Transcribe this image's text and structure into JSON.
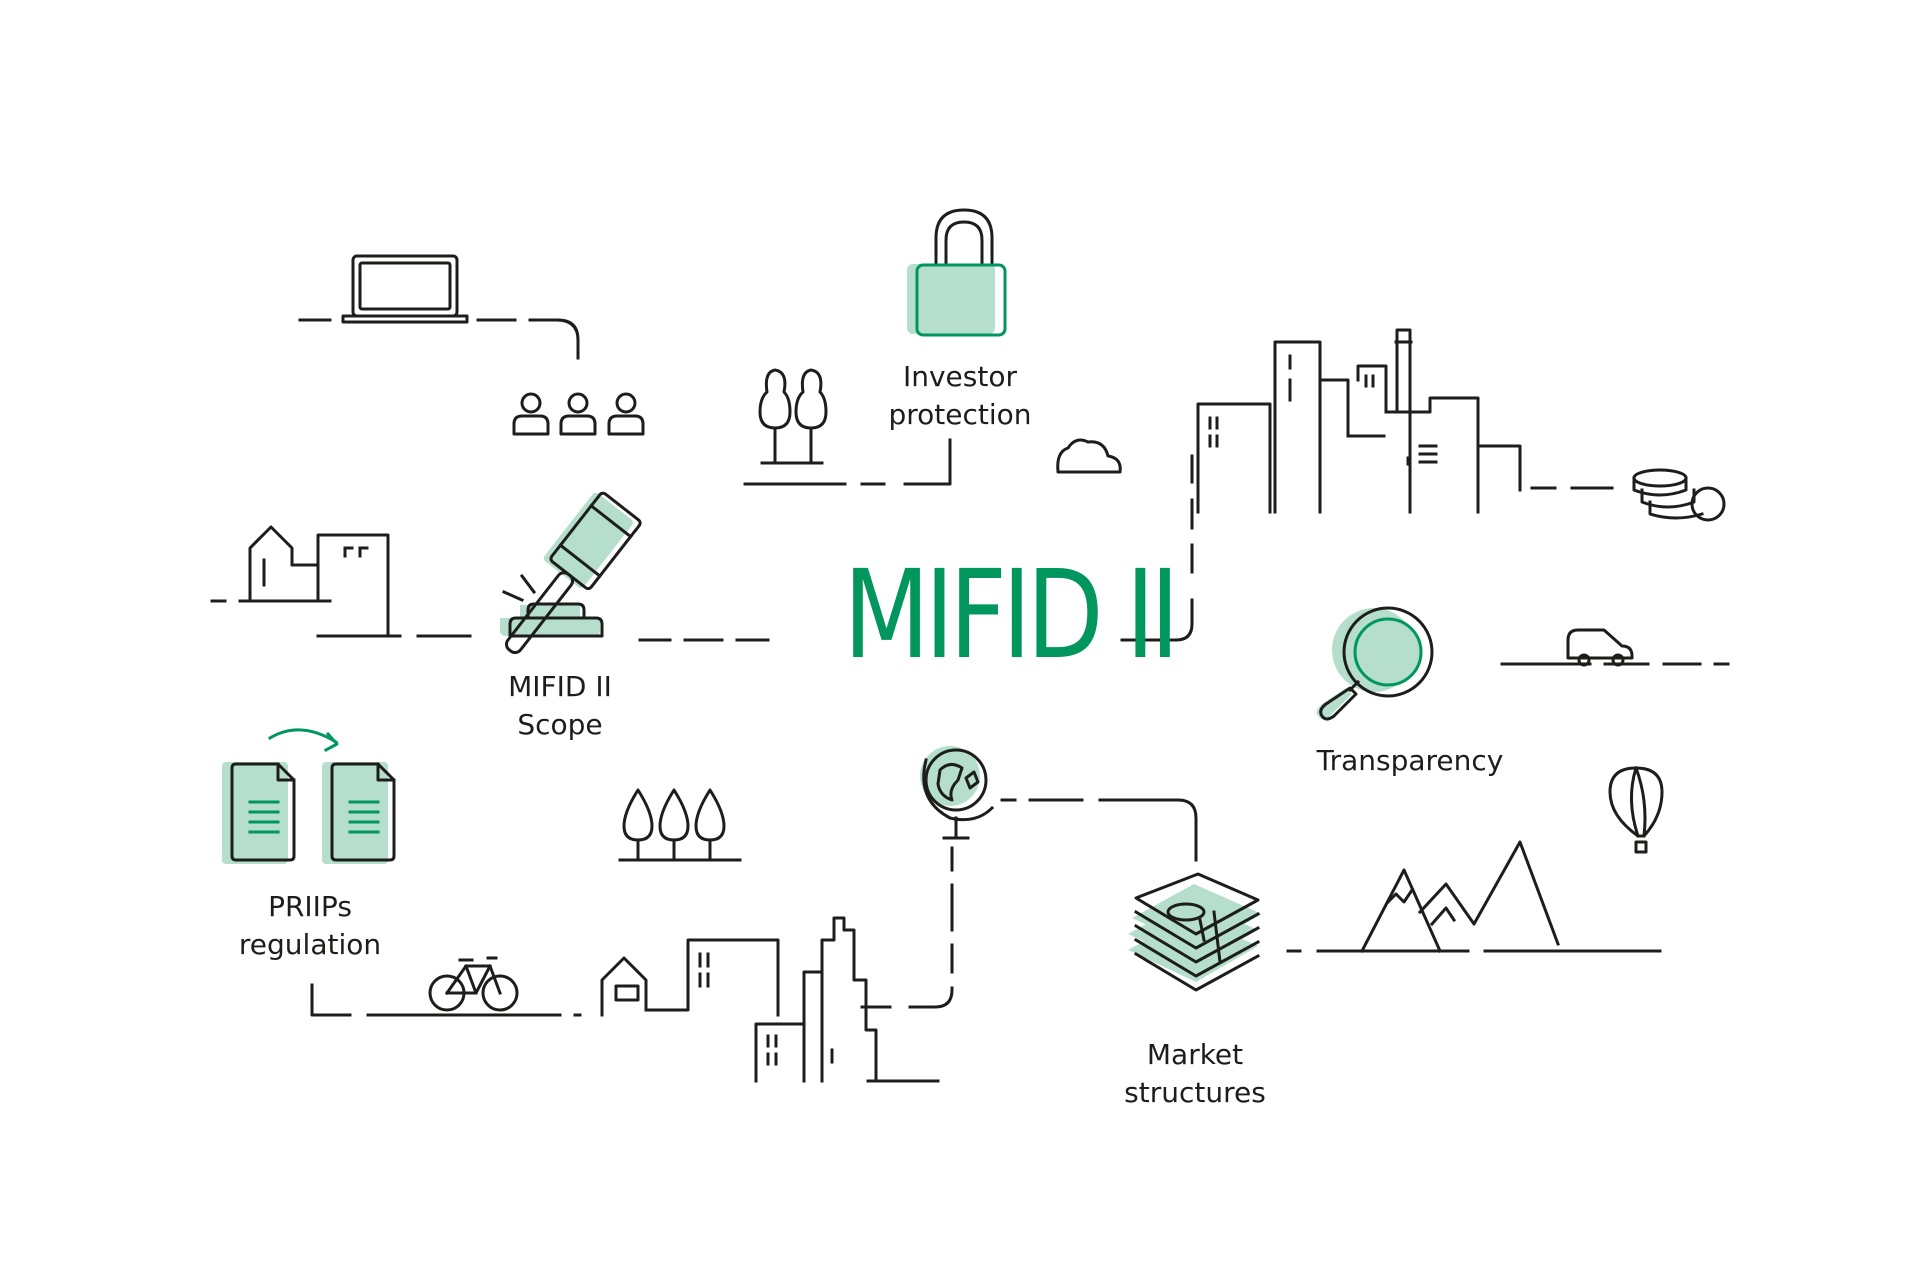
{
  "title": "MIFID II",
  "colors": {
    "accent": "#00965e",
    "fill": "#b5dfcc",
    "ink": "#1d1d1b"
  },
  "nodes": {
    "investor_protection": {
      "line1": "Investor",
      "line2": "protection",
      "icon": "padlock-icon"
    },
    "scope": {
      "line1": "MIFID II",
      "line2": "Scope",
      "icon": "gavel-icon"
    },
    "transparency": {
      "line1": "Transparency",
      "icon": "magnifier-icon"
    },
    "priips": {
      "line1": "PRIIPs",
      "line2": "regulation",
      "icon": "documents-icon"
    },
    "market_structures": {
      "line1": "Market",
      "line2": "structures",
      "icon": "money-stack-icon"
    }
  }
}
